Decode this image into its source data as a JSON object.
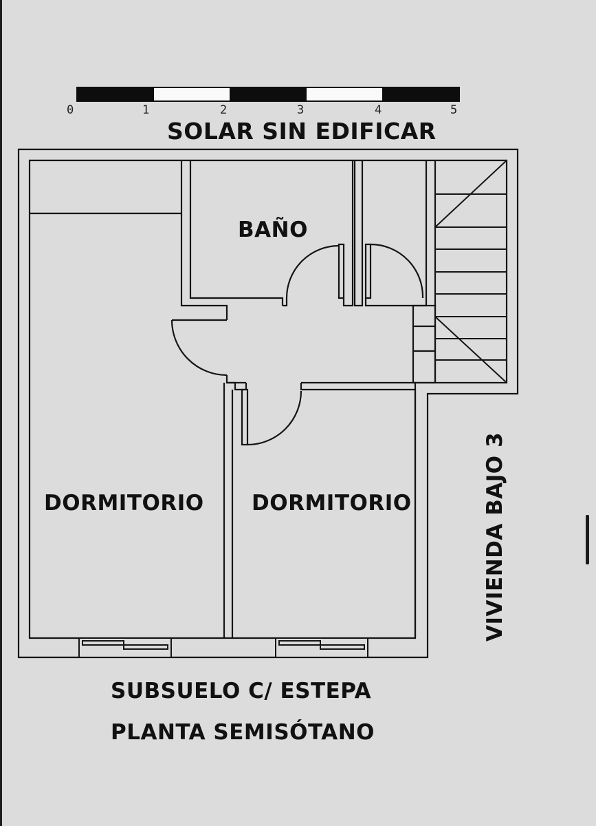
{
  "scale_bar": {
    "ticks": [
      "0",
      "1",
      "2",
      "3",
      "4",
      "5"
    ]
  },
  "labels": {
    "top": "SOLAR SIN EDIFICAR",
    "bath": "BAÑO",
    "bedroom_left": "DORMITORIO",
    "bedroom_right": "DORMITORIO",
    "side": "VIVIENDA BAJO 3",
    "footer_line1": "SUBSUELO C/ ESTEPA",
    "footer_line2": "PLANTA SEMISÓTANO"
  }
}
